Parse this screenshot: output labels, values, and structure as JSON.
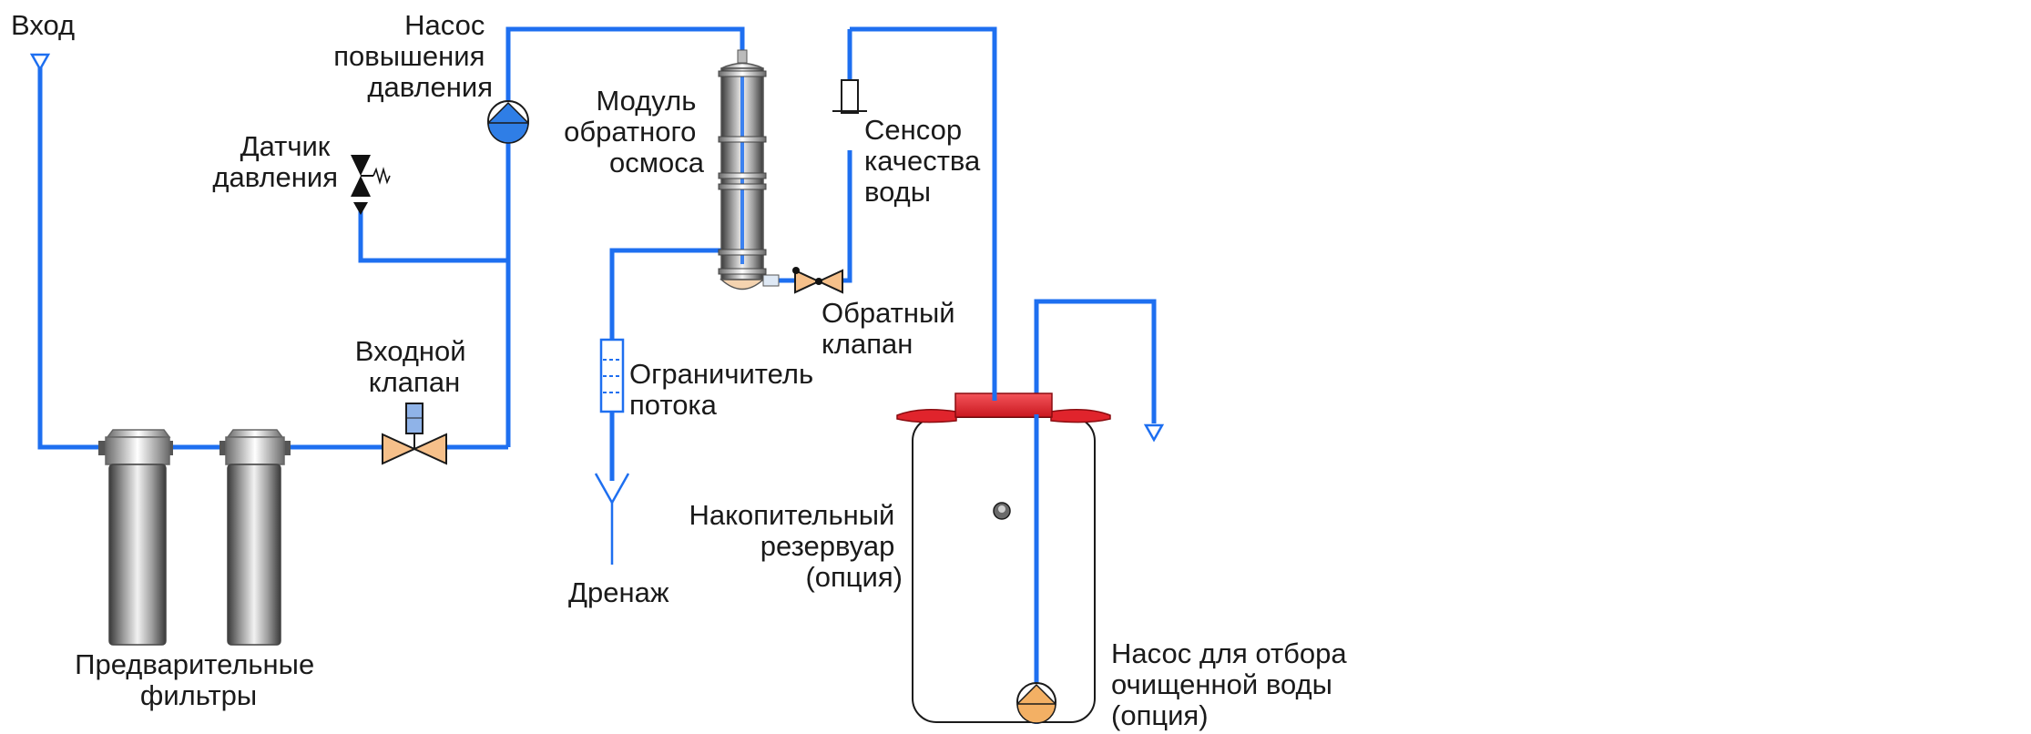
{
  "colors": {
    "pipe": "#1e6ff0",
    "valve_fill": "#f6c08a",
    "pump_blue": "#2f7ee6",
    "pump_orange": "#f3b064",
    "tank_lid": "#e0242c",
    "solenoid": "#8fb3e8"
  },
  "icons": [
    "inlet-arrow-icon",
    "pump-icon",
    "pressure-sensor-icon",
    "valve-icon",
    "solenoid-icon",
    "check-valve-icon",
    "flow-restrictor-icon",
    "drain-icon",
    "outlet-arrow-icon"
  ],
  "labels": {
    "inlet": "Вход",
    "booster_pump": [
      "Насос",
      "повышения",
      "давления"
    ],
    "pressure_sensor": [
      "Датчик",
      "давления"
    ],
    "inlet_valve": [
      "Входной",
      "клапан"
    ],
    "prefilters": [
      "Предварительные",
      "фильтры"
    ],
    "ro_module": [
      "Модуль",
      "обратного",
      "осмоса"
    ],
    "flow_restrictor": [
      "Ограничитель",
      "потока"
    ],
    "drain": "Дренаж",
    "quality_sensor": [
      "Сенсор",
      "качества",
      "воды"
    ],
    "check_valve": [
      "Обратный",
      "клапан"
    ],
    "storage_tank": [
      "Накопительный",
      "резервуар",
      "(опция)"
    ],
    "delivery_pump": [
      "Насос для отбора",
      "очищенной воды",
      "(опция)"
    ]
  }
}
